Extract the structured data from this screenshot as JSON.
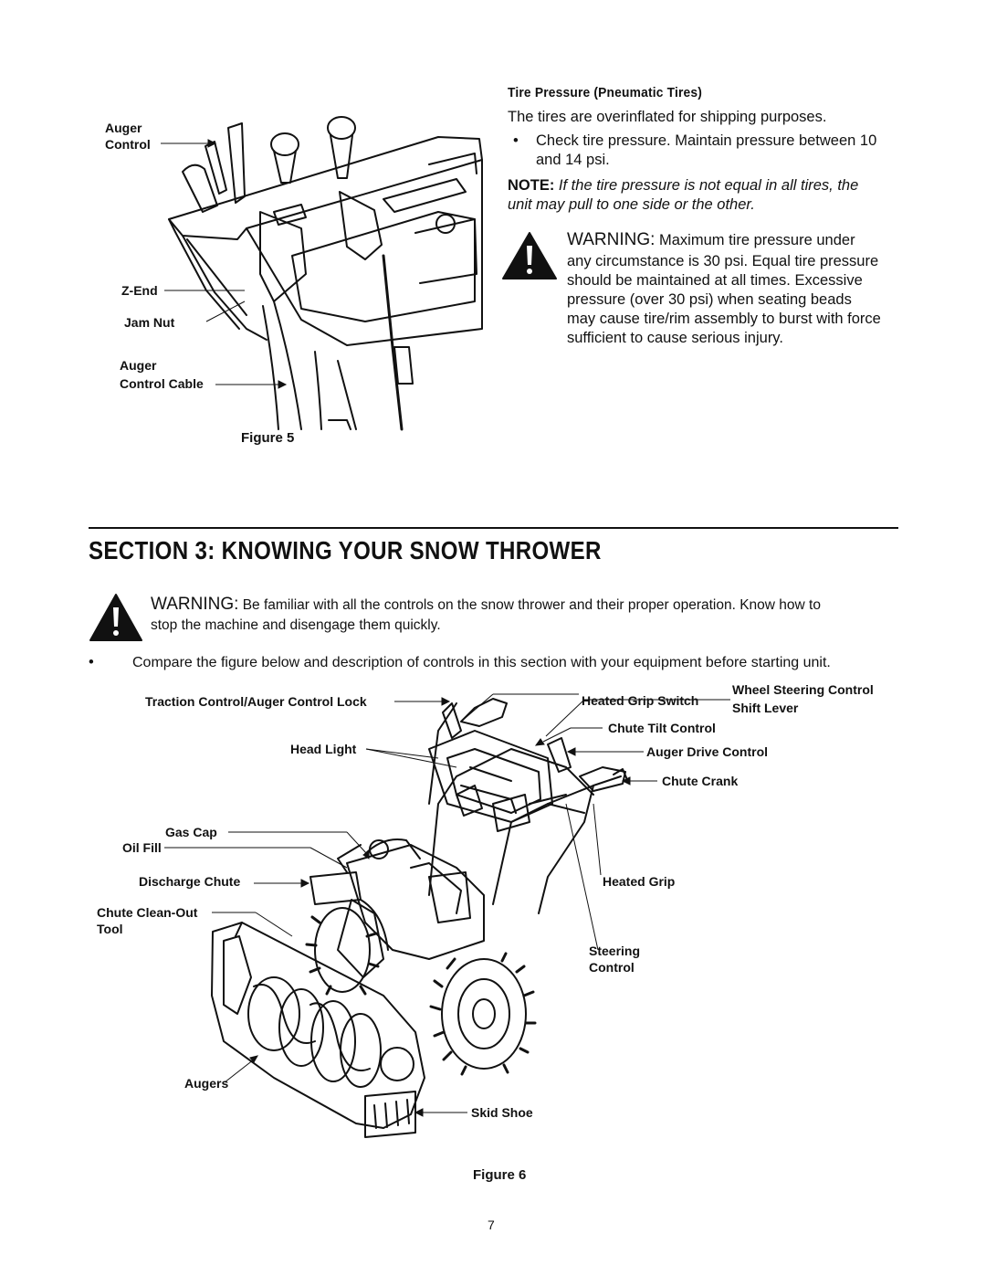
{
  "figure5": {
    "labels": {
      "auger_control_1": "Auger",
      "auger_control_2": "Control",
      "z_end": "Z-End",
      "jam_nut": "Jam Nut",
      "auger_control_cable_1": "Auger",
      "auger_control_cable_2": "Control Cable"
    },
    "caption": "Figure 5"
  },
  "tire_pressure": {
    "heading": "Tire Pressure (Pneumatic Tires)",
    "intro": "The tires are overinflated for shipping purposes.",
    "bullet_line1": "Check tire pressure. Maintain pressure between 10",
    "bullet_line2": "and 14 psi.",
    "note_label": "NOTE:",
    "note_line1": " If the tire pressure is not equal in all tires, the",
    "note_line2": "unit may pull to one side or the other.",
    "warning_label": "WARNING:",
    "warning_lines": [
      " Maximum tire pressure under",
      "any circumstance is 30 psi. Equal tire pressure",
      "should be maintained at all times. Excessive",
      "pressure (over 30 psi) when seating beads",
      "may cause tire/rim assembly to burst with force",
      "sufficient to cause serious injury."
    ]
  },
  "section3": {
    "title": "SECTION 3:  KNOWING YOUR SNOW THROWER",
    "warning_label": "WARNING:",
    "warning_line1": " Be familiar with all the controls on the snow thrower and their proper operation. Know how to",
    "warning_line2": "stop the machine and disengage them quickly.",
    "bullet": "Compare the figure below and description of controls in this section with your equipment before starting unit."
  },
  "figure6": {
    "labels": {
      "traction_lock": "Traction Control/Auger Control Lock",
      "head_light": "Head Light",
      "gas_cap": "Gas Cap",
      "oil_fill": "Oil Fill",
      "discharge_chute": "Discharge Chute",
      "chute_cleanout_1": "Chute Clean-Out",
      "chute_cleanout_2": "Tool",
      "augers": "Augers",
      "heated_grip_switch": "Heated Grip Switch",
      "wheel_steering": "Wheel Steering Control",
      "shift_lever": "Shift Lever",
      "chute_tilt": "Chute Tilt Control",
      "auger_drive": "Auger Drive Control",
      "chute_crank": "Chute Crank",
      "heated_grip": "Heated Grip",
      "steering_1": "Steering",
      "steering_2": "Control",
      "skid_shoe": "Skid Shoe"
    },
    "caption": "Figure 6"
  },
  "page_number": "7"
}
